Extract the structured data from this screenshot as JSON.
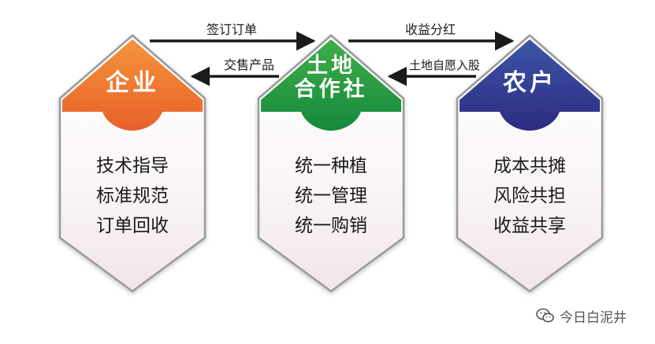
{
  "nodes": [
    {
      "id": "enterprise",
      "title": [
        "企业"
      ],
      "color_top": "#f5943c",
      "color_bottom": "#e8612a",
      "items": [
        "技术指导",
        "标准规范",
        "订单回收"
      ]
    },
    {
      "id": "cooperative",
      "title": [
        "土地",
        "合作社"
      ],
      "color_top": "#3fae4a",
      "color_bottom": "#168a3c",
      "items": [
        "统一种植",
        "统一管理",
        "统一购销"
      ]
    },
    {
      "id": "farmer",
      "title": [
        "农户"
      ],
      "color_top": "#3e55a6",
      "color_bottom": "#2b2c82",
      "items": [
        "成本共摊",
        "风险共担",
        "收益共享"
      ]
    }
  ],
  "arrows": [
    {
      "id": "sign-order",
      "label": "签订订单",
      "from": "enterprise",
      "to": "cooperative"
    },
    {
      "id": "deliver-product",
      "label": "交售产品",
      "from": "cooperative",
      "to": "enterprise"
    },
    {
      "id": "profit-dividend",
      "label": "收益分红",
      "from": "cooperative",
      "to": "farmer"
    },
    {
      "id": "land-share",
      "label": "土地自愿入股",
      "from": "farmer",
      "to": "cooperative"
    }
  ],
  "watermark": {
    "icon": "wechat-icon",
    "text": "今日白泥井"
  }
}
